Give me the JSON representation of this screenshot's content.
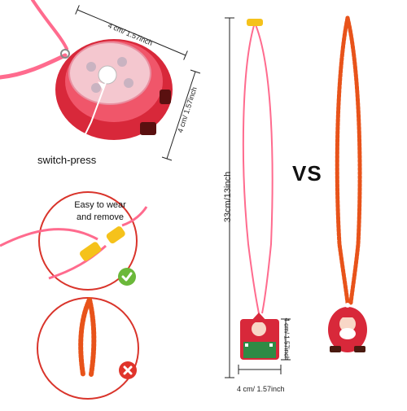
{
  "light": {
    "width_label": "4 cm/ 1.57inch",
    "height_label": "4 cm/ 1.57inch",
    "switch_label": "switch-press"
  },
  "callouts": {
    "good_text_line1": "Easy to wear",
    "good_text_line2": "and remove",
    "good_icon": "check-icon",
    "bad_icon": "cross-icon"
  },
  "comparison": {
    "vs_label": "VS",
    "length_label": "33cm/13inch",
    "pendant_width_label": "4 cm/ 1.57inch",
    "pendant_height_label": "4 cm/ 1.57inch"
  },
  "colors": {
    "cord_pink": "#ff6b8e",
    "bead_orange": "#e8531a",
    "clasp_yellow": "#f5c21b",
    "outline_red": "#d9342b",
    "check_green": "#6bb83a",
    "cross_red": "#e0342b"
  }
}
